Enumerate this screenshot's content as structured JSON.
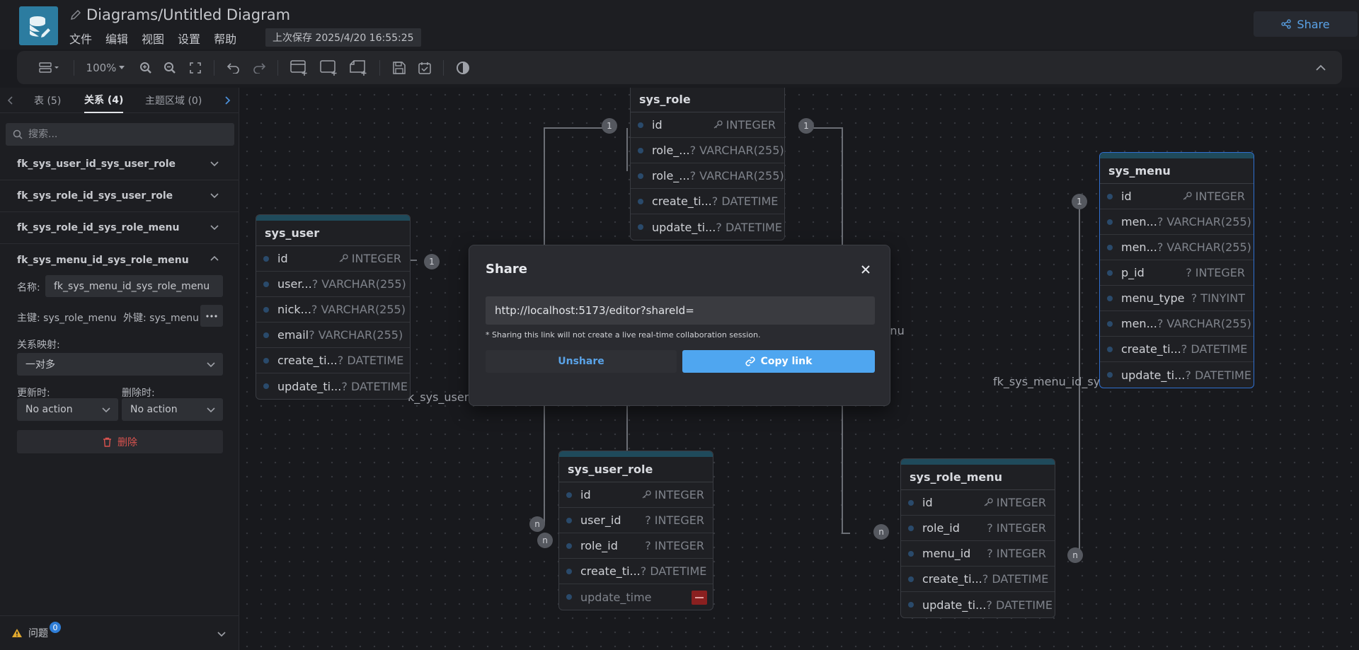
{
  "app": {
    "title": "Diagrams/Untitled Diagram",
    "menu": [
      "文件",
      "编辑",
      "视图",
      "设置",
      "帮助"
    ],
    "last_saved": "上次保存 2025/4/20 16:55:25",
    "share_label": "Share"
  },
  "toolbar": {
    "zoom": "100%"
  },
  "sidebar": {
    "tabs": [
      "表 (5)",
      "关系 (4)",
      "主题区域 (0)"
    ],
    "search_placeholder": "搜索...",
    "relations": [
      "fk_sys_user_id_sys_user_role",
      "fk_sys_role_id_sys_user_role",
      "fk_sys_role_id_sys_role_menu",
      "fk_sys_menu_id_sys_role_menu"
    ],
    "detail": {
      "name_label": "名称:",
      "name_value": "fk_sys_menu_id_sys_role_menu",
      "primary_label": "主键: sys_role_menu",
      "foreign_label": "外键: sys_menu",
      "cardinality_label": "关系映射:",
      "cardinality_value": "一对多",
      "on_update_label": "更新时:",
      "on_update_value": "No action",
      "on_delete_label": "删除时:",
      "on_delete_value": "No action",
      "delete_label": "删除"
    },
    "issues_label": "问题",
    "issues_count": "0"
  },
  "canvas": {
    "tables": [
      {
        "name": "sys_role",
        "rows": [
          [
            "id",
            "INTEGER",
            "key"
          ],
          [
            "role_...",
            "? VARCHAR(255)",
            ""
          ],
          [
            "role_...",
            "? VARCHAR(255)",
            ""
          ],
          [
            "create_ti...",
            "? DATETIME",
            ""
          ],
          [
            "update_ti...",
            "? DATETIME",
            ""
          ]
        ]
      },
      {
        "name": "sys_user",
        "rows": [
          [
            "id",
            "INTEGER",
            "key"
          ],
          [
            "user...",
            "? VARCHAR(255)",
            ""
          ],
          [
            "nick...",
            "? VARCHAR(255)",
            ""
          ],
          [
            "email",
            "? VARCHAR(255)",
            ""
          ],
          [
            "create_ti...",
            "? DATETIME",
            ""
          ],
          [
            "update_ti...",
            "? DATETIME",
            ""
          ]
        ]
      },
      {
        "name": "sys_menu",
        "rows": [
          [
            "id",
            "INTEGER",
            "key"
          ],
          [
            "men...",
            "? VARCHAR(255)",
            ""
          ],
          [
            "men...",
            "? VARCHAR(255)",
            ""
          ],
          [
            "p_id",
            "? INTEGER",
            ""
          ],
          [
            "menu_type",
            "? TINYINT",
            ""
          ],
          [
            "men...",
            "? VARCHAR(255)",
            ""
          ],
          [
            "create_ti...",
            "? DATETIME",
            ""
          ],
          [
            "update_ti...",
            "? DATETIME",
            ""
          ]
        ]
      },
      {
        "name": "sys_user_role",
        "rows": [
          [
            "id",
            "INTEGER",
            "key"
          ],
          [
            "user_id",
            "? INTEGER",
            ""
          ],
          [
            "role_id",
            "? INTEGER",
            ""
          ],
          [
            "create_ti...",
            "? DATETIME",
            ""
          ],
          [
            "update_time",
            "",
            "remove"
          ]
        ]
      },
      {
        "name": "sys_role_menu",
        "rows": [
          [
            "id",
            "INTEGER",
            "key"
          ],
          [
            "role_id",
            "? INTEGER",
            ""
          ],
          [
            "menu_id",
            "? INTEGER",
            ""
          ],
          [
            "create_ti...",
            "? DATETIME",
            ""
          ],
          [
            "update_ti...",
            "? DATETIME",
            ""
          ]
        ]
      }
    ],
    "cardinality_one": "1",
    "cardinality_many": "n",
    "line_labels": [
      "_menu",
      "fk_sys_menu_id_sys",
      "k_sys_user"
    ]
  },
  "modal": {
    "title": "Share",
    "link": "http://localhost:5173/editor?shareId=",
    "note": "* Sharing this link will not create a live real-time collaboration session.",
    "unshare_label": "Unshare",
    "copy_label": "Copy link"
  },
  "colors": {
    "accent": "#4fa6f0",
    "link_text": "#5aa3e8",
    "danger": "#d9534f",
    "table_header": "#1f4a5b"
  }
}
